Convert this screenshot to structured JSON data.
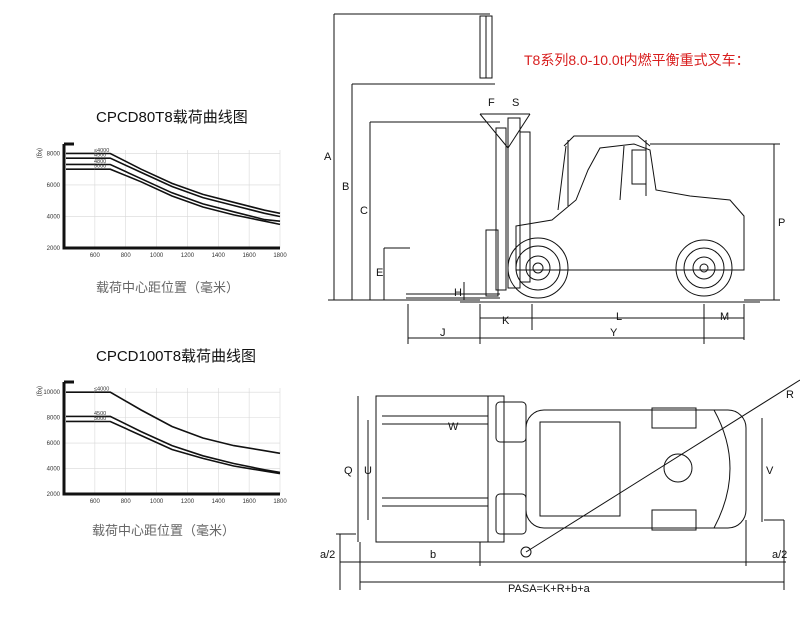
{
  "series_title": "T8系列8.0-10.0t内燃平衡重式叉车：",
  "chart_data": [
    {
      "type": "line",
      "title": "CPCD80T8载荷曲线图",
      "xlabel": "载荷中心距位置（毫米）",
      "ylabel": "(kg)",
      "x_ticks": [
        "600",
        "800",
        "1000",
        "1200",
        "1400",
        "1600",
        "1800"
      ],
      "y_ticks": [
        "8000",
        "6000",
        "4000",
        "2000"
      ],
      "xlim": [
        400,
        1800
      ],
      "ylim": [
        2000,
        8600
      ],
      "series": [
        {
          "name": "≤4000",
          "x": [
            600,
            700,
            900,
            1100,
            1300,
            1500,
            1700,
            1800
          ],
          "y": [
            8000,
            8000,
            7000,
            6100,
            5400,
            4900,
            4400,
            4200
          ]
        },
        {
          "name": "4500",
          "x": [
            600,
            700,
            900,
            1100,
            1300,
            1500,
            1700,
            1800
          ],
          "y": [
            7700,
            7700,
            6800,
            5900,
            5200,
            4700,
            4200,
            4000
          ]
        },
        {
          "name": "4800",
          "x": [
            600,
            700,
            900,
            1100,
            1300,
            1500,
            1700,
            1800
          ],
          "y": [
            7300,
            7300,
            6400,
            5500,
            4800,
            4300,
            3800,
            3700
          ]
        },
        {
          "name": "5000",
          "x": [
            600,
            700,
            900,
            1100,
            1300,
            1500,
            1700,
            1800
          ],
          "y": [
            7000,
            7000,
            6200,
            5300,
            4600,
            4100,
            3700,
            3500
          ]
        }
      ]
    },
    {
      "type": "line",
      "title": "CPCD100T8载荷曲线图",
      "xlabel": "载荷中心距位置（毫米）",
      "ylabel": "(kg)",
      "x_ticks": [
        "600",
        "800",
        "1000",
        "1200",
        "1400",
        "1600",
        "1800"
      ],
      "y_ticks": [
        "10000",
        "8000",
        "6000",
        "4000",
        "2000"
      ],
      "xlim": [
        400,
        1800
      ],
      "ylim": [
        2000,
        10800
      ],
      "series": [
        {
          "name": "≤4000",
          "x": [
            600,
            700,
            900,
            1100,
            1300,
            1500,
            1700,
            1800
          ],
          "y": [
            10000,
            10000,
            8600,
            7300,
            6400,
            5800,
            5400,
            5200
          ]
        },
        {
          "name": "4500",
          "x": [
            600,
            700,
            900,
            1100,
            1300,
            1500,
            1700,
            1800
          ],
          "y": [
            8100,
            8100,
            6900,
            5800,
            5000,
            4400,
            3900,
            3700
          ]
        },
        {
          "name": "5000",
          "x": [
            600,
            700,
            900,
            1100,
            1300,
            1500,
            1700,
            1800
          ],
          "y": [
            7700,
            7700,
            6600,
            5500,
            4800,
            4200,
            3800,
            3600
          ]
        }
      ]
    }
  ],
  "side_view": {
    "labels": [
      "A",
      "B",
      "C",
      "E",
      "F",
      "S",
      "H",
      "J",
      "K",
      "L",
      "M",
      "Y",
      "P"
    ]
  },
  "top_view": {
    "labels": [
      "R",
      "W",
      "Q",
      "U",
      "V",
      "a/2",
      "b",
      "a/2"
    ],
    "formula": "PASA=K+R+b+a"
  }
}
